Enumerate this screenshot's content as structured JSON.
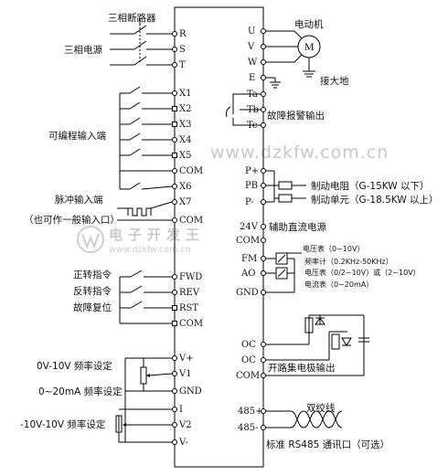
{
  "terminals": {
    "R": "R",
    "S": "S",
    "T": "T",
    "X1": "X1",
    "X2": "X2",
    "X3": "X3",
    "X4": "X4",
    "X5": "X5",
    "COM1": "COM",
    "X6": "X6",
    "X7": "X7",
    "COM2": "COM",
    "FWD": "FWD",
    "REV": "REV",
    "RST": "RST",
    "COM3": "COM",
    "Vplus": "V+",
    "V1": "V1",
    "GND1": "GND",
    "I": "I",
    "V2": "V2",
    "Vminus": "V-",
    "U": "U",
    "V": "V",
    "W": "W",
    "E": "E",
    "Ta": "Ta",
    "Tb": "Tb",
    "Tc": "Tc",
    "Pplus": "P+",
    "PB": "PB",
    "Pminus": "P-",
    "v24": "24V",
    "COM4": "COM",
    "FM": "FM",
    "AO": "AO",
    "GND2": "GND",
    "OC1": "OC",
    "OC2": "OC",
    "COM5": "COM",
    "p485plus": "485+",
    "p485minus": "485-"
  },
  "labels": {
    "breaker": "三相断路器",
    "power": "三相电源",
    "prog_inputs": "可编程输入端",
    "pulse_input": "脉冲输入端",
    "pulse_note": "（也可作一般输入口）",
    "fwd_cmd": "正转指令",
    "rev_cmd": "反转指令",
    "reset": "故障复位",
    "freq_v": "0V-10V 频率设定",
    "freq_i": "0~20mA 频率设定",
    "freq_pm": "-10V-10V 频率设定",
    "motor": "电动机",
    "motor_symbol": "M",
    "earth": "接大地",
    "fault_out": "故障报警输出",
    "brake_r": "制动电阻（G-15KW 以下）",
    "brake_u": "制动单元（G-18.5KW 以上）",
    "aux_dc": "辅助直流电源",
    "voltmeter": "电压表（0~10V）",
    "freq_meter": "频率计（0.2KHz-50KHz）",
    "voltmeter2": "电压表（0/2~10V）或（2~10V）",
    "ammeter": "电流表（0~20mA）",
    "oc_out": "开路集电极输出",
    "twisted": "双绞线",
    "rs485": "标准 RS485 通讯口（可选）"
  },
  "watermark": {
    "url": "www.dzkfw.com.cn",
    "cn": "电子开发王",
    "small": "www.dzkfw.com.cn"
  }
}
